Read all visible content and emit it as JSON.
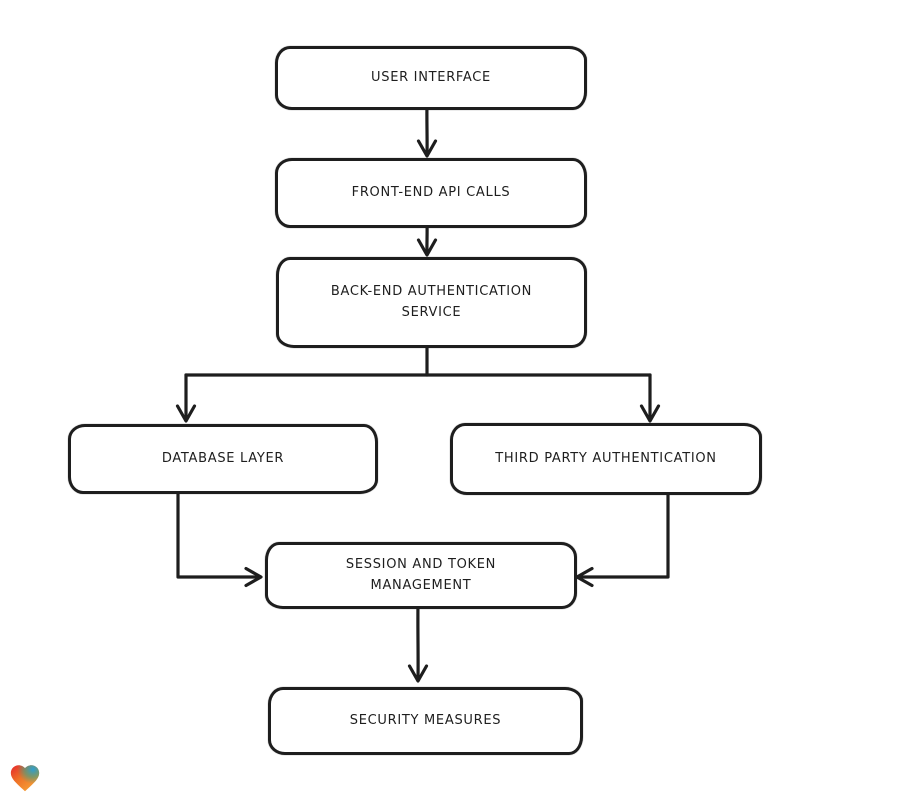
{
  "page": {
    "background": "#ffffff"
  },
  "diagram": {
    "type": "flowchart",
    "ink_color": "#1e1e1e",
    "node_fill": "#ffffff",
    "nodes": [
      {
        "id": "user-interface",
        "label": "USER INTERFACE"
      },
      {
        "id": "front-end-api-calls",
        "label": "FRONT-END API CALLS"
      },
      {
        "id": "back-end-authentication-service",
        "label": "BACK-END AUTHENTICATION\nSERVICE"
      },
      {
        "id": "database-layer",
        "label": "DATABASE LAYER"
      },
      {
        "id": "third-party-authentication",
        "label": "THIRD PARTY AUTHENTICATION"
      },
      {
        "id": "session-and-token-management",
        "label": "SESSION AND TOKEN\nMANAGEMENT"
      },
      {
        "id": "security-measures",
        "label": "SECURITY MEASURES"
      }
    ],
    "edges": [
      {
        "from": "user-interface",
        "to": "front-end-api-calls"
      },
      {
        "from": "front-end-api-calls",
        "to": "back-end-authentication-service"
      },
      {
        "from": "back-end-authentication-service",
        "to": "database-layer"
      },
      {
        "from": "back-end-authentication-service",
        "to": "third-party-authentication"
      },
      {
        "from": "database-layer",
        "to": "session-and-token-management"
      },
      {
        "from": "third-party-authentication",
        "to": "session-and-token-management"
      },
      {
        "from": "session-and-token-management",
        "to": "security-measures"
      }
    ]
  },
  "branding": {
    "logo": "heart-logo",
    "colors": {
      "red": "#e6282d",
      "orange": "#f7a839",
      "blue": "#2e9fd4"
    }
  }
}
